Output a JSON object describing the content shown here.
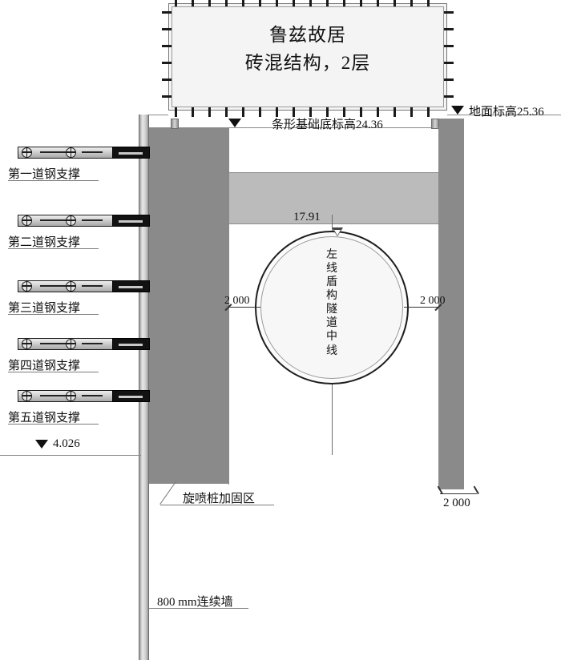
{
  "building": {
    "line1": "鲁兹故居",
    "line2": "砖混结构，2层"
  },
  "elevations": {
    "ground": "地面标高25.36",
    "foundation": "条形基础底标高24.36",
    "tunnel_crown": "17.91",
    "water_table": "4.026"
  },
  "struts": [
    {
      "label": "第一道钢支撑"
    },
    {
      "label": "第二道钢支撑"
    },
    {
      "label": "第三道钢支撑"
    },
    {
      "label": "第四道钢支撑"
    },
    {
      "label": "第五道钢支撑"
    }
  ],
  "tunnel": {
    "centerline_label": "左线盾构隧道中线",
    "dim_left": "2 000",
    "dim_right": "2 000"
  },
  "annotations": {
    "grouting_zone": "旋喷桩加固区",
    "diaphragm_wall": "800 mm连续墙",
    "right_wall_width": "2 000"
  },
  "colors": {
    "dark_gray": "#8a8a8a",
    "light_gray": "#bbbbbb",
    "wall_light": "#e8e8e8",
    "outline": "#1d1d1d",
    "building_fill": "#f4f4f4"
  }
}
